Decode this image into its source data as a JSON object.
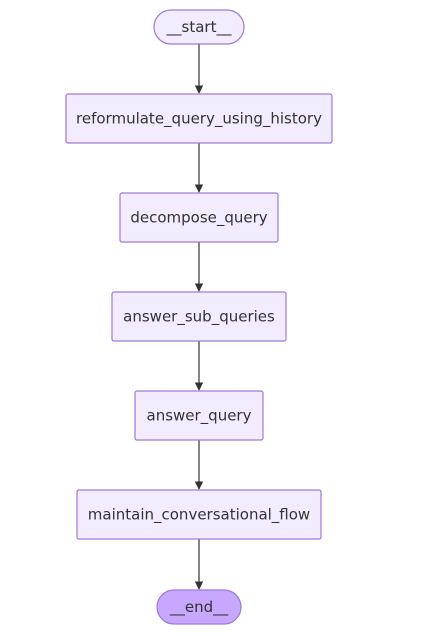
{
  "diagram": {
    "type": "flowchart",
    "direction": "top-to-bottom",
    "colors": {
      "node_fill": "#f3ecff",
      "node_stroke": "#9f78d9",
      "terminal_end_fill": "#c8a7ff",
      "edge": "#333333",
      "text": "#333333"
    },
    "nodes": [
      {
        "id": "start",
        "label": "__start__",
        "shape": "stadium"
      },
      {
        "id": "reformulate_query_using_history",
        "label": "reformulate_query_using_history",
        "shape": "rect"
      },
      {
        "id": "decompose_query",
        "label": "decompose_query",
        "shape": "rect"
      },
      {
        "id": "answer_sub_queries",
        "label": "answer_sub_queries",
        "shape": "rect"
      },
      {
        "id": "answer_query",
        "label": "answer_query",
        "shape": "rect"
      },
      {
        "id": "maintain_conversational_flow",
        "label": "maintain_conversational_flow",
        "shape": "rect"
      },
      {
        "id": "end",
        "label": "__end__",
        "shape": "stadium"
      }
    ],
    "edges": [
      {
        "from": "start",
        "to": "reformulate_query_using_history"
      },
      {
        "from": "reformulate_query_using_history",
        "to": "decompose_query"
      },
      {
        "from": "decompose_query",
        "to": "answer_sub_queries"
      },
      {
        "from": "answer_sub_queries",
        "to": "answer_query"
      },
      {
        "from": "answer_query",
        "to": "maintain_conversational_flow"
      },
      {
        "from": "maintain_conversational_flow",
        "to": "end"
      }
    ]
  }
}
